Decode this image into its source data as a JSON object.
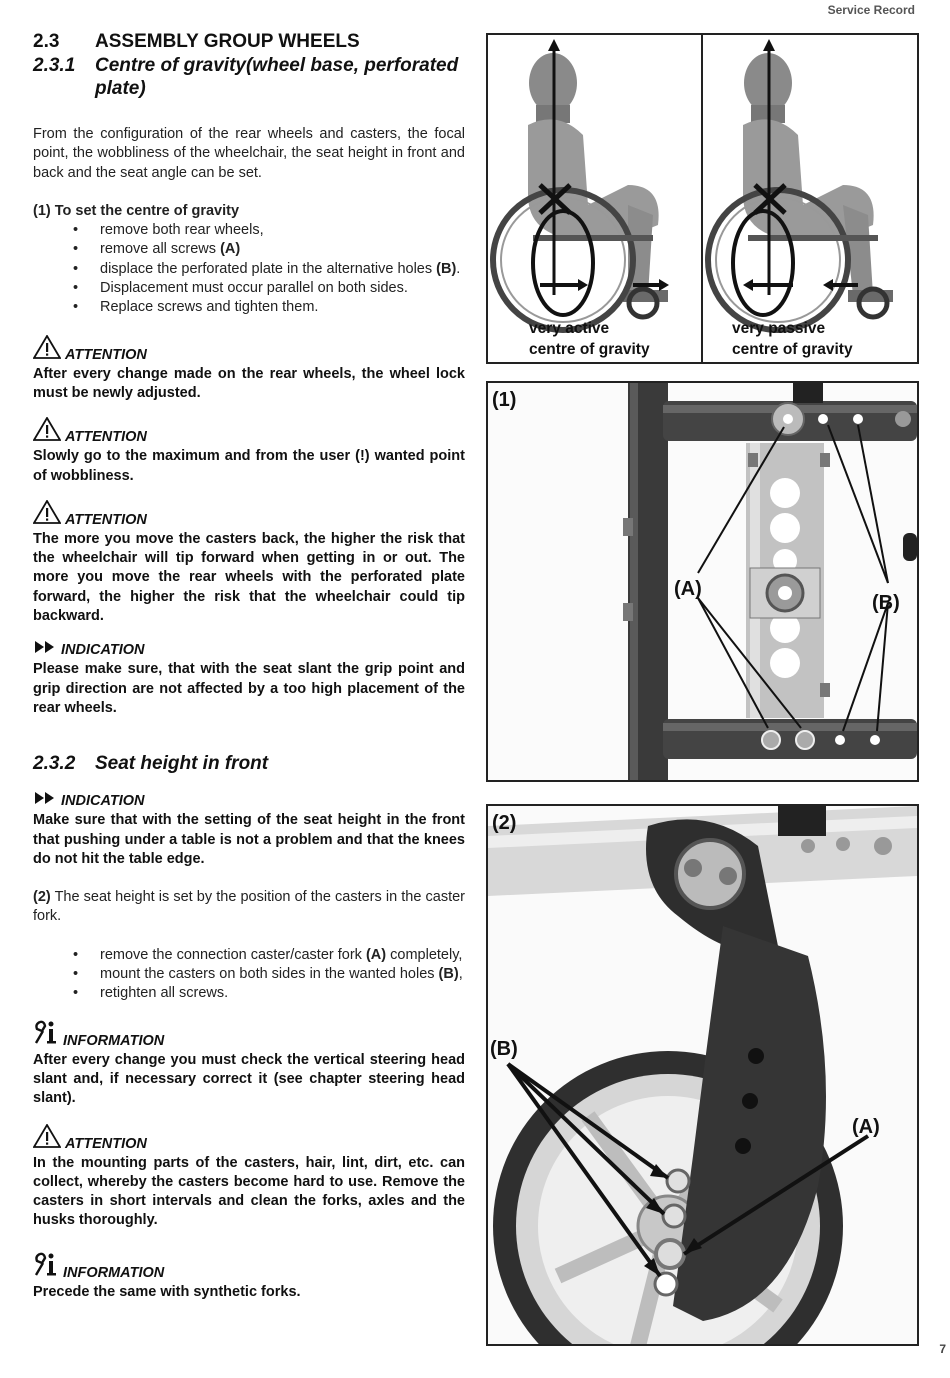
{
  "header": {
    "title": "Service Record",
    "page_number": "7"
  },
  "section": {
    "number": "2.3",
    "title": "ASSEMBLY GROUP WHEELS"
  },
  "subsection1": {
    "number": "2.3.1",
    "title": "Centre of gravity(wheel base, perforated plate)"
  },
  "intro": "From the configuration of the rear wheels and casters, the focal point, the wobbliness of the wheelchair, the seat height in front and back and the seat angle can be set.",
  "cog_steps": {
    "marker": "(1)",
    "title": "To set the centre of gravity",
    "items": [
      {
        "pre": "remove both rear wheels,",
        "bold": "",
        "post": ""
      },
      {
        "pre": "remove all screws ",
        "bold": "(A)",
        "post": ""
      },
      {
        "pre": "displace the perforated plate in the alternative holes ",
        "bold": "(B)",
        "post": "."
      },
      {
        "pre": "Displacement must occur parallel on both sides.",
        "bold": "",
        "post": ""
      },
      {
        "pre": "Replace screws and tighten them.",
        "bold": "",
        "post": ""
      }
    ]
  },
  "notices1": [
    {
      "type": "ATTENTION",
      "text": "After every change made on the rear wheels, the wheel lock must be newly adjusted."
    },
    {
      "type": "ATTENTION",
      "text": "Slowly go to the maximum and from the user (!) wanted point of wobbliness."
    },
    {
      "type": "ATTENTION",
      "text": "The more you move the casters back, the higher the risk that the wheelchair will tip forward when getting in or out. The more you move the rear wheels with the perforated plate forward, the higher the risk that the wheelchair could tip backward."
    },
    {
      "type": "INDICATION",
      "text": "Please make sure, that with the seat slant the grip point and grip direction are not affected by a too high placement of the rear wheels."
    }
  ],
  "subsection2": {
    "number": "2.3.2",
    "title": "Seat height in front"
  },
  "notice_sh": {
    "type": "INDICATION",
    "text": "Make sure that with the setting of the seat height in the front that pushing under a table is not a problem and that the knees do not hit the table edge."
  },
  "seat_height": {
    "marker": "(2)",
    "text": " The seat height is set by the position of the casters in the caster fork.",
    "items": [
      {
        "pre": "remove the connection caster/caster fork ",
        "bold": "(A)",
        "post": " completely,"
      },
      {
        "pre": "mount the casters on both sides in the wanted holes ",
        "bold": "(B)",
        "post": ","
      },
      {
        "pre": "retighten all screws.",
        "bold": "",
        "post": ""
      }
    ]
  },
  "notices2": [
    {
      "type": "INFORMATION",
      "text": "After every change you must check the vertical steering head slant and, if necessary correct it (see chapter steering head slant)."
    },
    {
      "type": "ATTENTION",
      "text": "In the mounting parts of the casters, hair, lint, dirt, etc. can collect, whereby the casters become hard to use. Remove the casters in short intervals and clean the forks, axles and the husks thoroughly."
    },
    {
      "type": "INFORMATION",
      "text": "Precede the same with synthetic forks."
    }
  ],
  "figures": {
    "cog": {
      "left_caption": [
        "very active",
        "centre of gravity"
      ],
      "right_caption": [
        "very passive",
        "centre of gravity"
      ]
    },
    "plate": {
      "label": "(1)",
      "a": "(A)",
      "b": "(B)"
    },
    "fork": {
      "label": "(2)",
      "a": "(A)",
      "b": "(B)"
    }
  },
  "icons": [
    "warning-triangle-icon",
    "double-arrow-icon",
    "wrench-info-icon"
  ]
}
